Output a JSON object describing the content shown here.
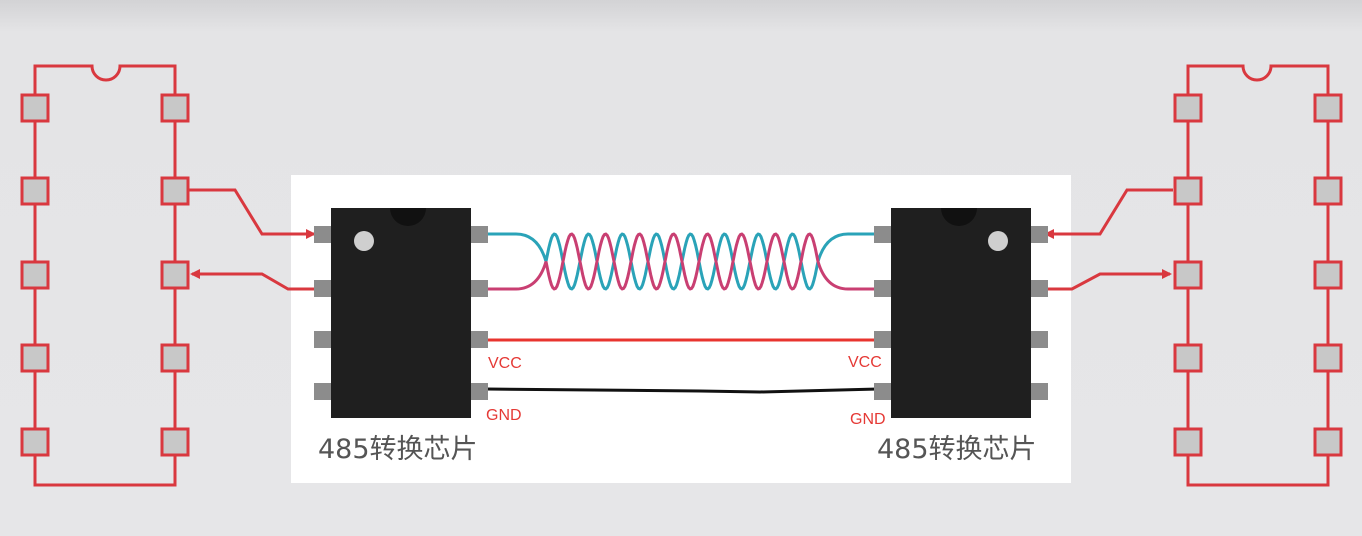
{
  "colors": {
    "board": "#d9383f",
    "pad_fill": "#c8c8c8",
    "chip_body": "#1f1f1f",
    "chip_pin": "#8c8c8c",
    "twisted_a": "#2aa3b8",
    "twisted_b": "#c93f72",
    "vcc_line": "#e8342f",
    "gnd_line": "#111111",
    "label_red": "#e53935",
    "panel": "#ffffff"
  },
  "left_chip": {
    "caption": "485转换芯片",
    "vcc_label": "VCC",
    "gnd_label": "GND"
  },
  "right_chip": {
    "caption": "485转换芯片",
    "vcc_label": "VCC",
    "gnd_label": "GND"
  },
  "icons": [
    "dip-board-left",
    "dip-board-right",
    "rs485-chip-left",
    "rs485-chip-right",
    "twisted-pair-cable",
    "arrow-icon"
  ]
}
